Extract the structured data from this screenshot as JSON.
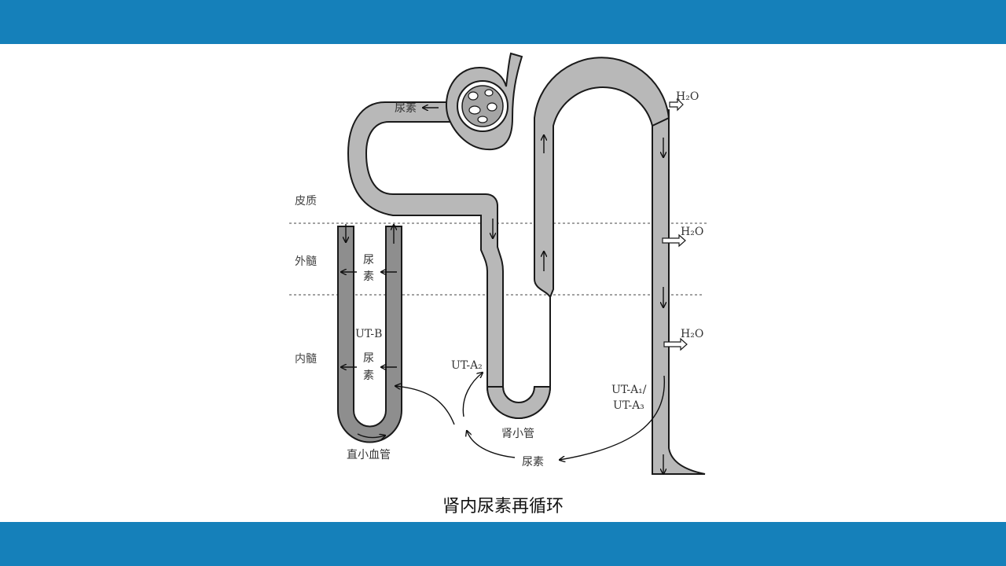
{
  "colors": {
    "band": "#1580ba",
    "tube": "#b8b8b8",
    "vessel": "#8e8e8e"
  },
  "zones": {
    "cortex": "皮质",
    "outer_medulla": "外髓",
    "inner_medulla": "内髓"
  },
  "labels": {
    "urea": "尿素",
    "urea_char1": "尿",
    "urea_char2": "素",
    "h2o": "H₂O",
    "ut_b": "UT-B",
    "ut_a2": "UT-A₂",
    "ut_a1": "UT-A₁/",
    "ut_a3": "UT-A₃",
    "renal_tubule": "肾小管",
    "vasa_recta": "直小血管"
  },
  "caption": "肾内尿素再循环"
}
